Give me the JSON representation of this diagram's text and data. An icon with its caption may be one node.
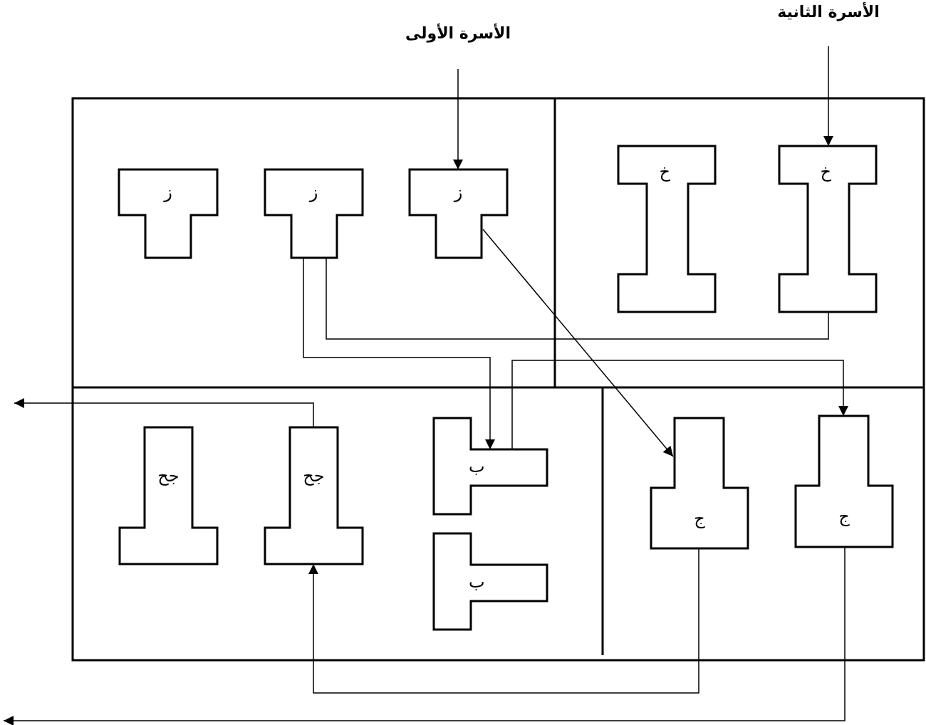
{
  "diagram": {
    "nodes": [
      {
        "text": [
          "الأسرة الأولى"
        ]
      },
      {
        "text": [
          "الأسرة الثانية"
        ]
      },
      {
        "text": [
          "ز"
        ]
      },
      {
        "text": [
          "ز"
        ]
      },
      {
        "text": [
          "ز"
        ]
      },
      {
        "text": [
          "خ"
        ]
      },
      {
        "text": [
          "خ"
        ]
      },
      {
        "text": [
          "جح"
        ]
      },
      {
        "text": [
          "جح"
        ]
      },
      {
        "text": [
          "ب"
        ]
      },
      {
        "text": [
          "ب"
        ]
      },
      {
        "text": [
          "ج"
        ]
      },
      {
        "text": [
          "ج"
        ]
      }
    ],
    "edges": [
      {
        "from": 0,
        "to": 4,
        "arrow": "to"
      },
      {
        "from": 1,
        "to": 6,
        "arrow": "to"
      },
      {
        "from": 4,
        "to": 11,
        "arrow": "to"
      },
      {
        "from": 3,
        "to": 9,
        "arrow": "to"
      },
      {
        "from": 3,
        "to": 6,
        "arrow": "none"
      },
      {
        "from": 9,
        "to": 12,
        "arrow": "to"
      },
      {
        "from": 8,
        "to": null,
        "arrow": "to"
      },
      {
        "from": 11,
        "to": 8,
        "arrow": "to"
      },
      {
        "from": 12,
        "to": null,
        "arrow": "to"
      }
    ]
  }
}
